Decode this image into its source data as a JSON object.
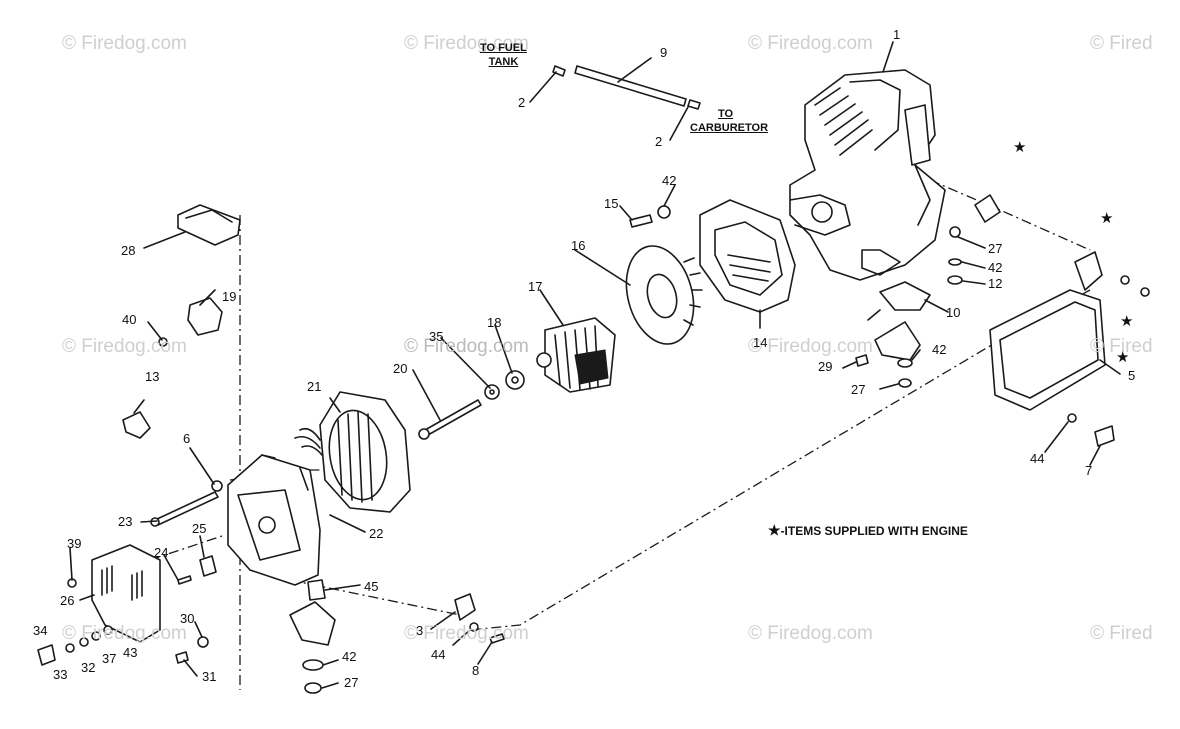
{
  "watermark": {
    "text": "© Firedog.com",
    "partial_text": "© Fired"
  },
  "callouts": {
    "fuel_tank_line1": "TO FUEL",
    "fuel_tank_line2": "TANK",
    "carb_line1": "TO",
    "carb_line2": "CARBURETOR"
  },
  "legend": {
    "star": "★",
    "text": "-ITEMS SUPPLIED WITH ENGINE"
  },
  "star_symbol": "★",
  "part_numbers": {
    "p1": "1",
    "p2a": "2",
    "p2b": "2",
    "p3": "3",
    "p5": "5",
    "p6": "6",
    "p7": "7",
    "p8": "8",
    "p9": "9",
    "p10": "10",
    "p12": "12",
    "p13": "13",
    "p14": "14",
    "p15": "15",
    "p16": "16",
    "p17": "17",
    "p18": "18",
    "p19": "19",
    "p20": "20",
    "p21": "21",
    "p22": "22",
    "p23": "23",
    "p24": "24",
    "p25": "25",
    "p26": "26",
    "p27a": "27",
    "p27b": "27",
    "p27c": "27",
    "p28": "28",
    "p29": "29",
    "p30": "30",
    "p31": "31",
    "p32": "32",
    "p33": "33",
    "p34": "34",
    "p35": "35",
    "p37": "37",
    "p39": "39",
    "p40": "40",
    "p42a": "42",
    "p42b": "42",
    "p42c": "42",
    "p42d": "42",
    "p43": "43",
    "p44a": "44",
    "p44b": "44",
    "p45": "45"
  }
}
